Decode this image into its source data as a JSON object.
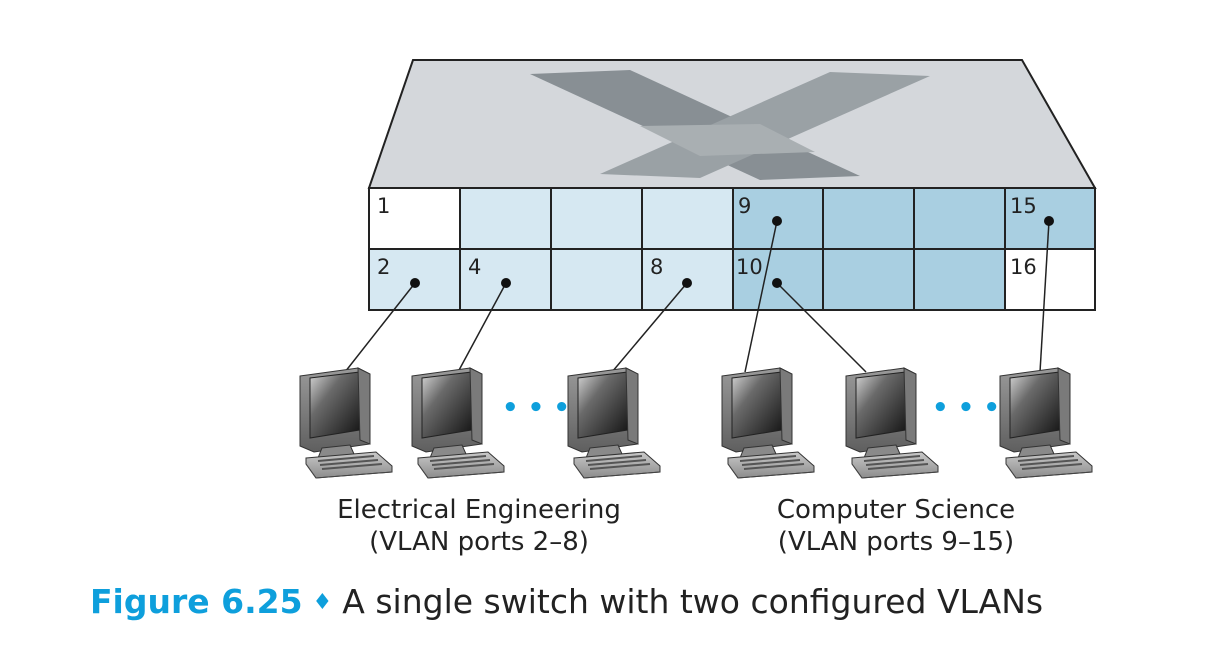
{
  "ports": {
    "p1": "1",
    "p2": "2",
    "p4": "4",
    "p8": "8",
    "p9": "9",
    "p10": "10",
    "p15": "15",
    "p16": "16"
  },
  "groups": {
    "ee": {
      "name": "Electrical Engineering",
      "ports": "(VLAN ports 2–8)"
    },
    "cs": {
      "name": "Computer Science",
      "ports": "(VLAN ports 9–15)"
    }
  },
  "ellipsis": "• • •",
  "caption": {
    "figure": "Figure 6.25",
    "separator": "♦",
    "text": "A single switch with two configured VLANs"
  },
  "colors": {
    "switch_top": "#d4d7db",
    "cross": "#888f94",
    "cross_light": "#a9afb2",
    "ee_port": "#d6e8f2",
    "cs_port": "#a9cfe1",
    "unassigned_port": "#ffffff",
    "accent": "#0e9fdc"
  }
}
